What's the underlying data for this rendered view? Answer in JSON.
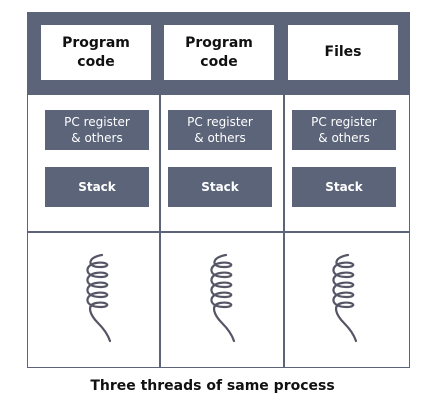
{
  "diagram": {
    "shared": [
      {
        "label": "Program\ncode"
      },
      {
        "label": "Program\ncode"
      },
      {
        "label": "Files"
      }
    ],
    "threads": [
      {
        "register": "PC register\n& others",
        "stack": "Stack"
      },
      {
        "register": "PC register\n& others",
        "stack": "Stack"
      },
      {
        "register": "PC register\n& others",
        "stack": "Stack"
      }
    ],
    "caption": "Three threads of same process"
  },
  "colors": {
    "frame": "#5b6479",
    "thread_line": "#555566"
  },
  "icons": {
    "thread": "thread-coil-icon"
  }
}
